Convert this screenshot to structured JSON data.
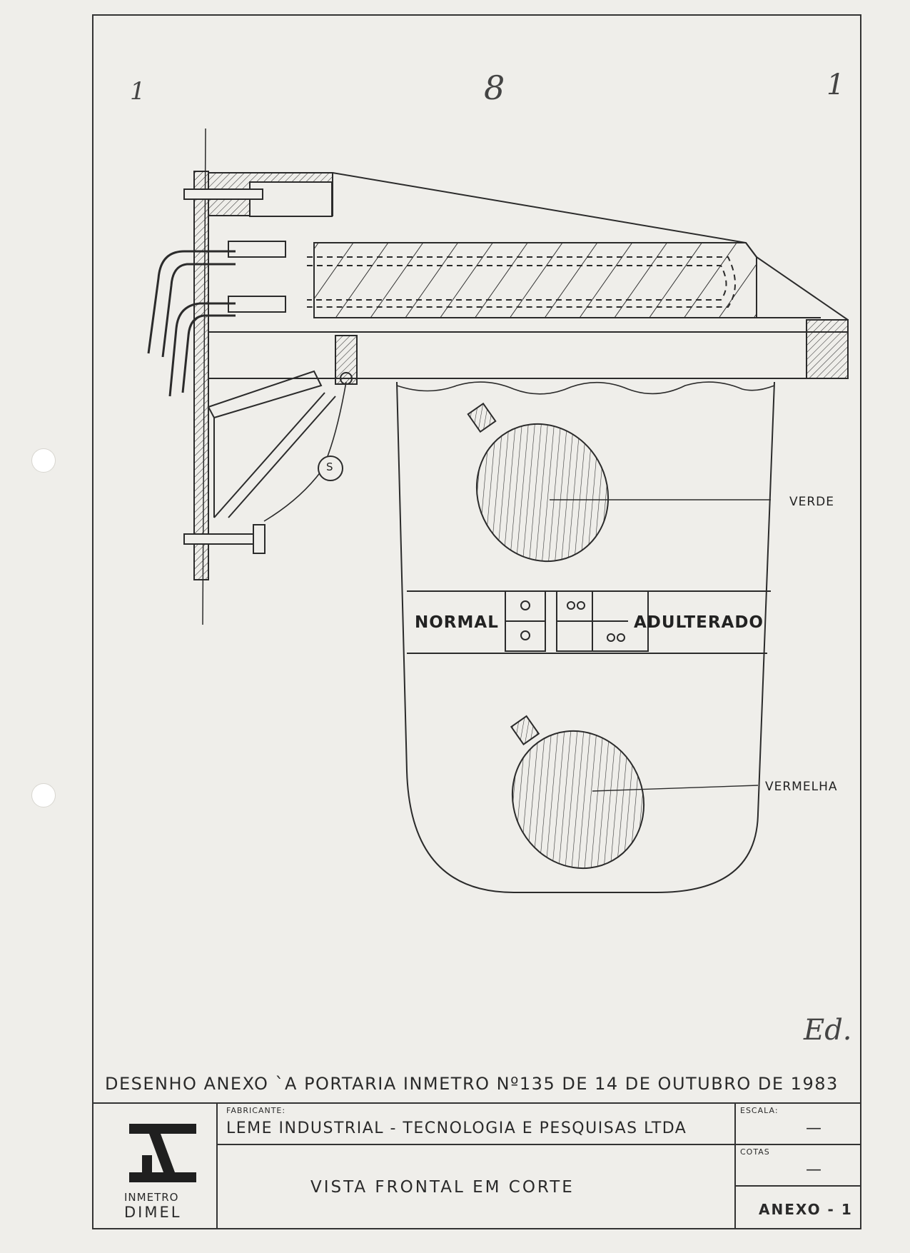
{
  "sheet": {
    "corner_mark_left": "1",
    "page_number": "8",
    "corner_mark_right": "1",
    "signature": "Ed."
  },
  "drawing": {
    "label_green": "VERDE",
    "label_red": "VERMELHA",
    "label_normal": "NORMAL",
    "label_adulterated": "ADULTERADO",
    "sensor_letter": "S"
  },
  "title_block": {
    "main_title": "DESENHO ANEXO `A PORTARIA INMETRO Nº135 DE 14 DE OUTUBRO  DE 1983",
    "manufacturer_label": "FABRICANTE:",
    "manufacturer": "LEME  INDUSTRIAL - TECNOLOGIA  E  PESQUISAS  LTDA",
    "view_title": "VISTA  FRONTAL  EM  CORTE",
    "scale_label": "ESCALA:",
    "scale_value": "—",
    "dimensions_label": "COTAS",
    "dimensions_value": "—",
    "annex": "ANEXO - 1",
    "logo_line1": "INMETRO",
    "logo_line2": "DIMEL"
  }
}
